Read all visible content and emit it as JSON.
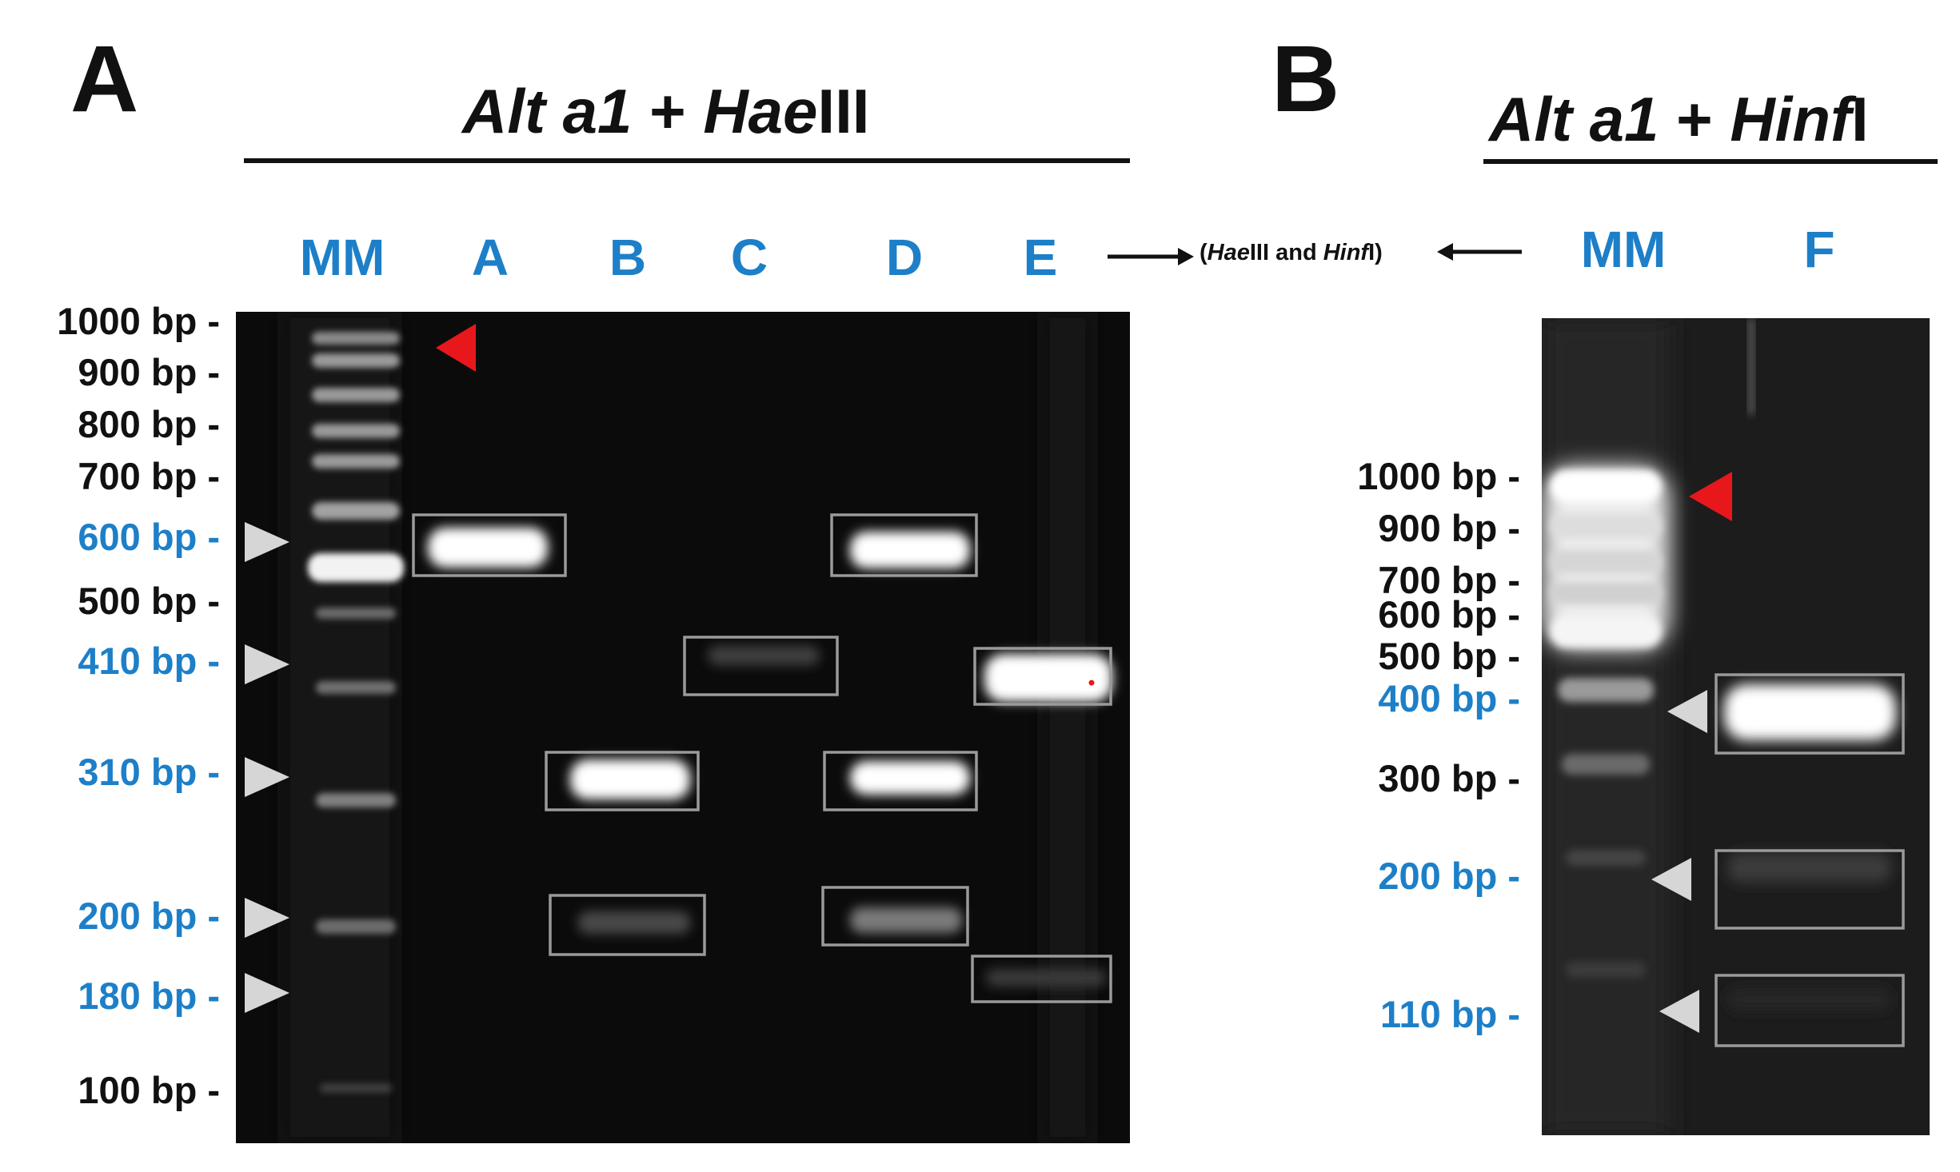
{
  "colors": {
    "blue_label": "#1d7fc8",
    "black_label": "#111111",
    "gel": "#0b0b0b",
    "band": "#ffffff",
    "red_arrow": "#e8171c",
    "white_arrow": "#d6d6d6",
    "box": "#9a9a9a"
  },
  "panel_a": {
    "letter": "A",
    "title": {
      "gene": "Alt a1",
      "plus": " + ",
      "enzyme_italic": "Hae",
      "enzyme_roman": "III"
    },
    "lanes": [
      "MM",
      "A",
      "B",
      "C",
      "D",
      "E"
    ],
    "markers": [
      {
        "label": "1000 bp -",
        "highlight": false
      },
      {
        "label": "900 bp -",
        "highlight": false
      },
      {
        "label": "800 bp -",
        "highlight": false
      },
      {
        "label": "700 bp -",
        "highlight": false
      },
      {
        "label": "600 bp -",
        "highlight": true
      },
      {
        "label": "500 bp -",
        "highlight": false
      },
      {
        "label": "410 bp -",
        "highlight": true
      },
      {
        "label": "310 bp -",
        "highlight": true
      },
      {
        "label": "200 bp -",
        "highlight": true
      },
      {
        "label": "180 bp -",
        "highlight": true
      },
      {
        "label": "100 bp -",
        "highlight": false
      }
    ]
  },
  "panel_b": {
    "letter": "B",
    "title": {
      "gene": "Alt a1",
      "plus": " + ",
      "enzyme_italic": "Hinf",
      "enzyme_roman": "I"
    },
    "lanes": [
      "MM",
      "F"
    ],
    "markers": [
      {
        "label": "1000 bp -",
        "highlight": false
      },
      {
        "label": "900 bp -",
        "highlight": false
      },
      {
        "label": "700 bp -",
        "highlight": false
      },
      {
        "label": "600 bp -",
        "highlight": false
      },
      {
        "label": "500 bp -",
        "highlight": false
      },
      {
        "label": "400 bp -",
        "highlight": true
      },
      {
        "label": "300 bp -",
        "highlight": false
      },
      {
        "label": "200 bp -",
        "highlight": true
      },
      {
        "label": "110 bp -",
        "highlight": true
      }
    ]
  },
  "middle_note": {
    "open": "(",
    "enzyme1_italic": "Hae",
    "enzyme1_roman": "III",
    "and": " and ",
    "enzyme2_italic": "Hinf",
    "enzyme2_roman": "I",
    "close": ")"
  }
}
